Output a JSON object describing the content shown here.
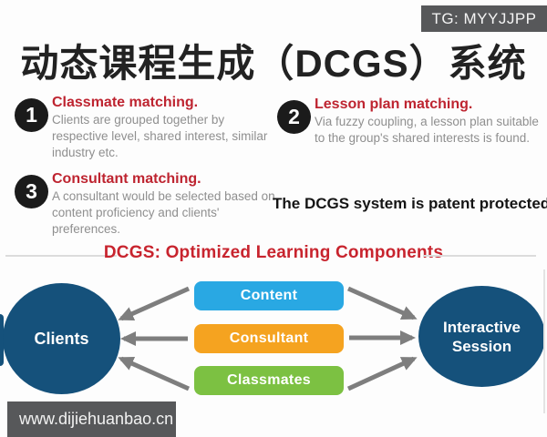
{
  "badge": {
    "text": "TG: MYYJJPP"
  },
  "title": "动态课程生成（DCGS）系统",
  "items": [
    {
      "number": "1",
      "heading": "Classmate matching.",
      "body": "Clients are grouped together by respective level, shared interest, similar industry etc."
    },
    {
      "number": "2",
      "heading": "Lesson plan matching.",
      "body": "Via fuzzy coupling, a lesson plan suitable to the group's shared interests is found."
    },
    {
      "number": "3",
      "heading": "Consultant matching.",
      "body": "A consultant would be selected based on content proficiency and clients' preferences."
    }
  ],
  "patent_note": "The DCGS system is patent protected.",
  "section_heading": "DCGS: Optimized Learning Components",
  "diagram": {
    "left_node": {
      "label": "Clients",
      "color": "#15517b"
    },
    "right_node": {
      "label_line1": "Interactive",
      "label_line2": "Session",
      "color": "#15517b"
    },
    "components": [
      {
        "label": "Content",
        "color": "#29a8e3"
      },
      {
        "label": "Consultant",
        "color": "#f5a320"
      },
      {
        "label": "Classmates",
        "color": "#7cc142"
      }
    ],
    "arrow_color": "#7e7e7e"
  },
  "watermark": {
    "text": "www.dijiehuanbao.cn"
  },
  "colors": {
    "heading_red": "#be2430",
    "section_red": "#c8242e",
    "body_gray": "#8f8f8f",
    "badge_bg": "#57585a",
    "node_navy": "#15517b",
    "arrow_gray": "#7e7e7e"
  }
}
